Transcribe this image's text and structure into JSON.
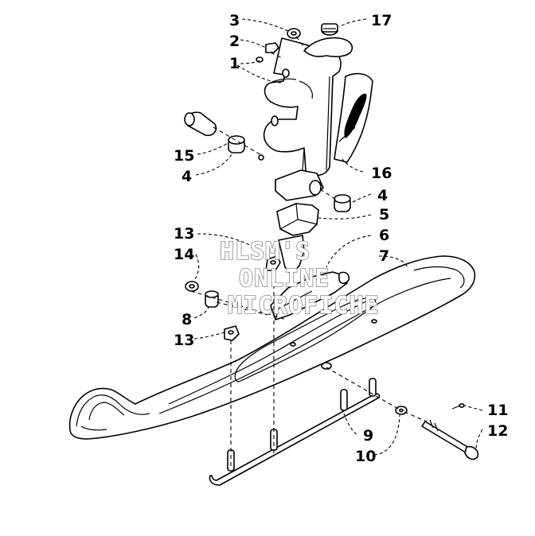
{
  "watermark": {
    "line1": "HLSM'S",
    "line2": "ONLINE",
    "line3": "MICROFICHE"
  },
  "callouts": {
    "p1": "1",
    "p2": "2",
    "p3": "3",
    "p4a": "4",
    "p4b": "4",
    "p5": "5",
    "p6": "6",
    "p7": "7",
    "p8": "8",
    "p9": "9",
    "p10": "10",
    "p11": "11",
    "p12": "12",
    "p13a": "13",
    "p13b": "13",
    "p14": "14",
    "p15": "15",
    "p16": "16",
    "p17": "17"
  }
}
